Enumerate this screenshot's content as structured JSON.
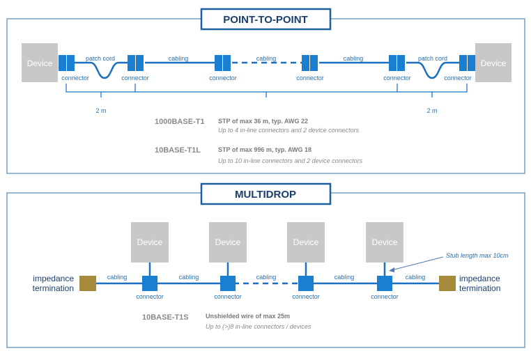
{
  "p2p": {
    "title": "POINT-TO-POINT",
    "device_left": "Device",
    "device_right": "Device",
    "patch_cord_left": "patch cord",
    "patch_cord_right": "patch cord",
    "cabling_1": "cabling",
    "cabling_2": "cabling",
    "cabling_3": "cabling",
    "connector_labels": [
      "connector",
      "connector",
      "connector",
      "connector",
      "connector",
      "connector"
    ],
    "dim_left": "2 m",
    "dim_right": "2 m",
    "specs": [
      {
        "name": "1000BASE-T1",
        "line1": "STP of max 36 m, typ. AWG 22",
        "line2": "Up to 4 in-line connectors and 2 device connectors"
      },
      {
        "name": "10BASE-T1L",
        "line1": "STP of max 996 m, typ. AWG 18",
        "line2": "Up to 10 in-line connectors and 2 device connectors"
      }
    ]
  },
  "multidrop": {
    "title": "MULTIDROP",
    "devices": [
      "Device",
      "Device",
      "Device",
      "Device"
    ],
    "stub_note": "Stub length max 10cm",
    "imp_left_1": "impedance",
    "imp_left_2": "termination",
    "imp_right_1": "impedance",
    "imp_right_2": "termination",
    "cabling": [
      "cabling",
      "cabling",
      "cabling",
      "cabling",
      "cabling"
    ],
    "connector_labels": [
      "connector",
      "connector",
      "connector",
      "connector"
    ],
    "spec": {
      "name": "10BASE-T1S",
      "line1": "Unshielded wire of max 25m",
      "line2": "Up to (>)8 in-line connectors / devices"
    }
  },
  "colors": {
    "frame": "#3b6fa6",
    "title_border": "#1f5f9b",
    "title_text": "#1b3f6b",
    "connector": "#1a7fd0",
    "line": "#1a6fc0",
    "device": "#c8c8c8",
    "termination": "#a48a3a",
    "label": "#2a6ea8",
    "spec_name": "#8a8a8a",
    "spec_text": "#7a7a7a"
  }
}
